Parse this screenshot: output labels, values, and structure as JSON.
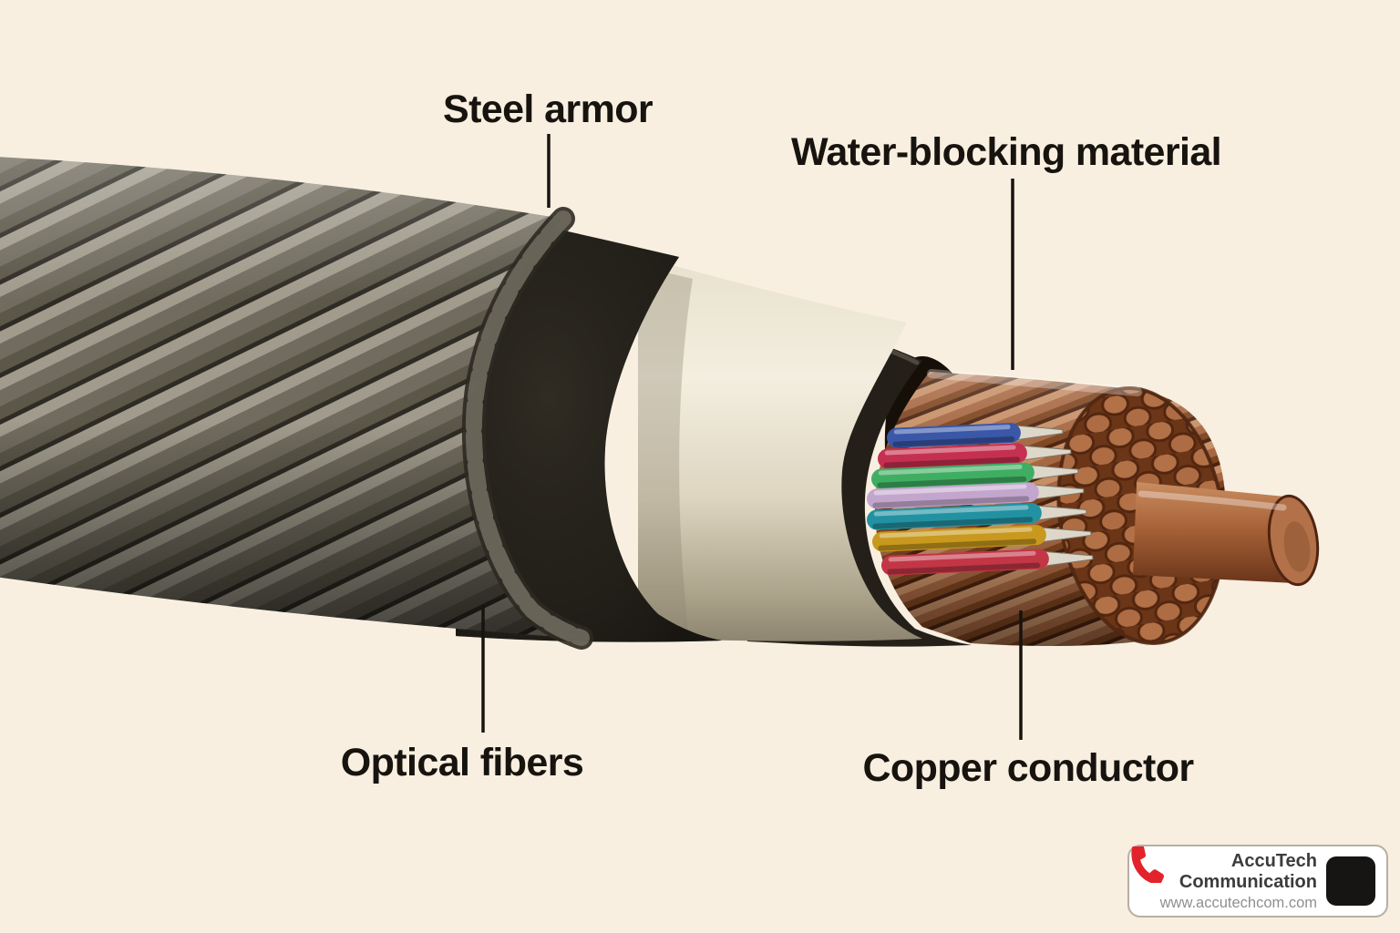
{
  "background_color": "#f8efe1",
  "callouts": [
    {
      "text": "Steel armor",
      "target": "steel-armor"
    },
    {
      "text": "Water-blocking material",
      "target": "water-blocking-material"
    },
    {
      "text": "Optical fibers",
      "target": "optical-fibers"
    },
    {
      "text": "Copper conductor",
      "target": "copper-conductor"
    }
  ],
  "logo": {
    "company": "AccuTech Communication",
    "website": "www.accutechcom.com",
    "icon": "phone-receiver-icon",
    "icon_bg": "#171513",
    "icon_color": "#e3232b",
    "border_color": "#b6afa3"
  },
  "palette": {
    "label_text": "#17130e",
    "leader_line": "#17130e",
    "armor_gray": "#7d7869",
    "armor_edge_dark": "#2f2c25",
    "jacket_black": "#211e18",
    "water_blocking_white": "#f2ecdc",
    "sheath_black": "#242019",
    "sheath_interior_shadow": "#160f08",
    "copper_light": "#c68f66",
    "copper_mid": "#a66742",
    "copper_dark": "#713818",
    "copper_face": "#7c421f",
    "silver_tip": "#dcd7c9"
  },
  "cable": {
    "fibers": [
      {
        "name": "blue",
        "color": "#3a57a8"
      },
      {
        "name": "crimson",
        "color": "#c63050"
      },
      {
        "name": "green",
        "color": "#3fae62"
      },
      {
        "name": "lavender",
        "color": "#c3a6ce"
      },
      {
        "name": "teal",
        "color": "#2292a2"
      },
      {
        "name": "gold",
        "color": "#c8991e"
      },
      {
        "name": "red",
        "color": "#c23646"
      }
    ]
  }
}
